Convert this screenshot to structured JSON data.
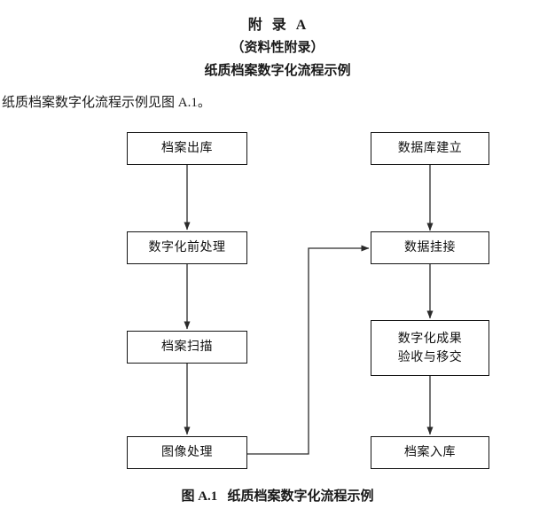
{
  "document": {
    "annex_title": "附  录  A",
    "annex_type": "（资料性附录）",
    "annex_subtitle": "纸质档案数字化流程示例",
    "intro_text": "纸质档案数字化流程示例见图 A.1。",
    "figure_caption": "图 A.1   纸质档案数字化流程示例"
  },
  "flowchart": {
    "left_column": [
      {
        "id": "archive-retrieval",
        "label": "档案出库"
      },
      {
        "id": "pre-digitization",
        "label": "数字化前处理"
      },
      {
        "id": "archive-scanning",
        "label": "档案扫描"
      },
      {
        "id": "image-processing",
        "label": "图像处理"
      }
    ],
    "right_column": [
      {
        "id": "database-creation",
        "label": "数据库建立"
      },
      {
        "id": "data-linking",
        "label": "数据挂接"
      },
      {
        "id": "results-acceptance",
        "label": "数字化成果\n验收与移交"
      },
      {
        "id": "archive-storage",
        "label": "档案入库"
      }
    ],
    "connectors": [
      {
        "from": "档案出库",
        "to": "数字化前处理",
        "type": "vertical-arrow"
      },
      {
        "from": "数字化前处理",
        "to": "档案扫描",
        "type": "vertical-arrow"
      },
      {
        "from": "档案扫描",
        "to": "图像处理",
        "type": "vertical-arrow"
      },
      {
        "from": "图像处理",
        "to": "数据挂接",
        "type": "elbow-arrow"
      },
      {
        "from": "数据库建立",
        "to": "数据挂接",
        "type": "vertical-arrow"
      },
      {
        "from": "数据挂接",
        "to": "数字化成果验收与移交",
        "type": "vertical-arrow"
      },
      {
        "from": "数字化成果验收与移交",
        "to": "档案入库",
        "type": "vertical-arrow"
      }
    ]
  },
  "style": {
    "line_color": "#2a2a2a",
    "box_border_color": "#141414",
    "text_color": "#101010",
    "background": "#ffffff"
  }
}
